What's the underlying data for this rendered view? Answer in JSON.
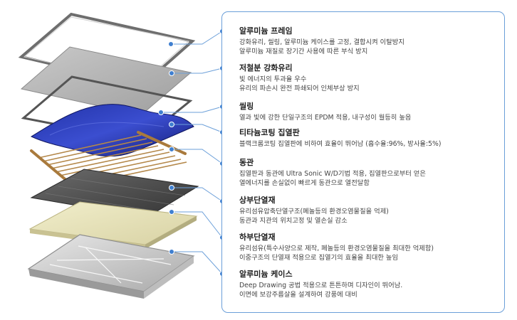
{
  "layers": [
    {
      "title": "알루미늄 프레임",
      "lines": [
        "강화유리, 씰링, 알루미늄 케이스를 고정, 결합시켜 이탈방지",
        "알루미늄 재질로 장기간 사용에 따른 부식 방지"
      ]
    },
    {
      "title": "저철분 강화유리",
      "lines": [
        "빛 에너지의 투과율 우수",
        "유리의 파손시 완전 파쇄되어 인체부상 방지"
      ]
    },
    {
      "title": "씰링",
      "lines": [
        "열과 빛에 강한 단일구조의 EPDM 적용, 내구성이 월등히 높음"
      ]
    },
    {
      "title": "티타늄코팅 집열판",
      "lines": [
        "블랙크롬코팅 집열판에 비하여 효율이 뛰어남 (흡수율:96%, 방사율:5%)"
      ]
    },
    {
      "title": "동관",
      "lines": [
        "집열판과 동관에 Ultra Sonic W/D기법 적용, 집열판으로부터 얻은",
        "열에너지를 손실없이 빠르게 동관으로 열전달함"
      ]
    },
    {
      "title": "상부단열재",
      "lines": [
        "유리섬유압축단열구조(폐놀등의 환경오염물질을 억제)",
        "동관과 지관의 위치고정 및 열손실 감소"
      ]
    },
    {
      "title": "하부단열재",
      "lines": [
        "유리섬유(특수사양으로 제작, 폐놀등의 환경오염물질을 최대한 억제함)",
        "이중구조의 단열재 적용으로 집열기의 효율을 최대한 높임"
      ]
    },
    {
      "title": "알루미늄 케이스",
      "lines": [
        "Deep Drawing 공법 적용으로 튼튼하며 디자인이 뛰어남.",
        "이면에 보강주름살을 설계하여 강풍에 대비"
      ]
    }
  ],
  "colors": {
    "accent": "#6b9fd9",
    "dot": "#3f7fd0",
    "text": "#1f1f1f"
  }
}
